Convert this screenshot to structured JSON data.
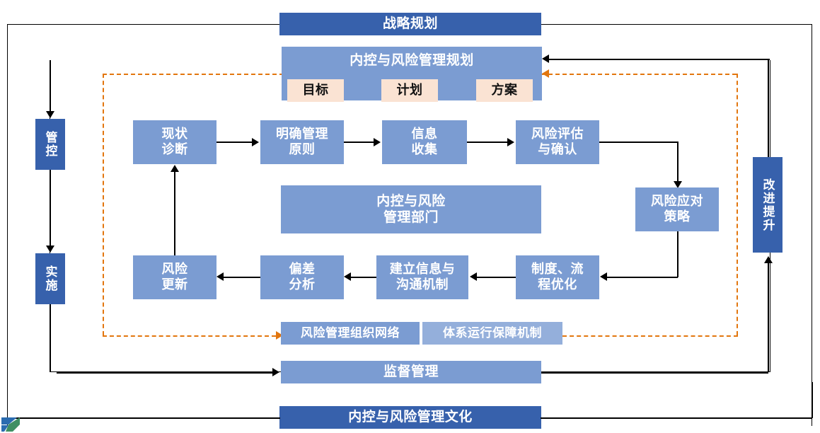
{
  "diagram": {
    "title_top": "战略规划",
    "banners": {
      "planning": "内控与风险管理规划",
      "supervision": "监督管理",
      "culture": "内控与风险管理文化"
    },
    "planning_tags": [
      "目标",
      "计划",
      "方案"
    ],
    "left_rail": [
      {
        "label": "管控"
      },
      {
        "label": "实施"
      }
    ],
    "right_rail": [
      {
        "label": "改进提升"
      }
    ],
    "process_top": [
      {
        "label": "现状\n诊断"
      },
      {
        "label": "明确管理\n原则"
      },
      {
        "label": "信息\n收集"
      },
      {
        "label": "风险评估\n与确认"
      }
    ],
    "process_side": {
      "label": "风险应对\n策略"
    },
    "process_bottom": [
      {
        "label": "制度、流\n程优化"
      },
      {
        "label": "建立信息与\n沟通机制"
      },
      {
        "label": "偏差\n分析"
      },
      {
        "label": "风险\n更新"
      }
    ],
    "center_box": "内控与风险\n管理部门",
    "support_boxes": [
      {
        "label": "风险管理组织网络"
      },
      {
        "label": "体系运行保障机制"
      }
    ],
    "colors": {
      "blue_dark": "#3761AC",
      "blue_mid": "#7B9CD2",
      "blue_light": "#94AFDB",
      "peach": "#FAE3D3",
      "orange_dash": "#E2760E",
      "line": "#000000"
    },
    "logo": {
      "name": "corner-logo-arrow",
      "color_a": "#2B6CB0",
      "color_b": "#3F8F63"
    }
  }
}
